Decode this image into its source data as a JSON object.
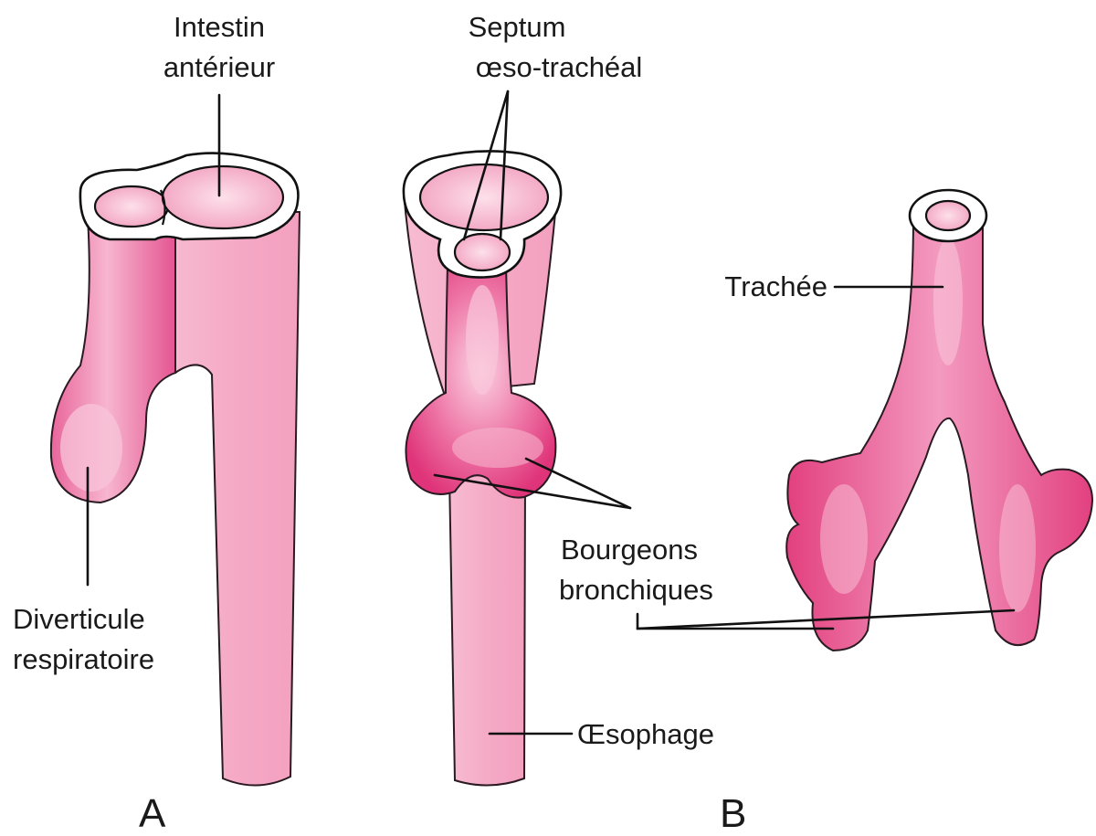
{
  "labels": {
    "intestin_l1": "Intestin",
    "intestin_l2": "antérieur",
    "septum_l1": "Septum",
    "septum_l2": "œso-trachéal",
    "trachee": "Trachée",
    "diverticule_l1": "Diverticule",
    "diverticule_l2": "respiratoire",
    "bourgeons_l1": "Bourgeons",
    "bourgeons_l2": "bronchiques",
    "oesophage": "Œsophage"
  },
  "panels": {
    "a": "A",
    "b": "B"
  },
  "colors": {
    "foregut_light": "#f6b3cb",
    "foregut_mid": "#f29fbe",
    "respiratory_dark": "#e0387a",
    "respiratory_glow": "#f7b8d0",
    "outline": "#111111"
  }
}
